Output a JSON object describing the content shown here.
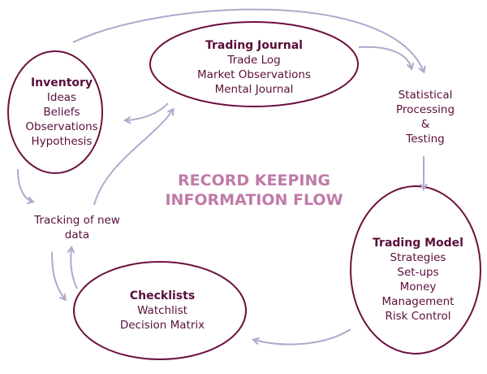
{
  "title": [
    "RECORD KEEPING",
    "INFORMATION FLOW"
  ],
  "nodes": {
    "inventory": {
      "title": "Inventory",
      "items": [
        "Ideas",
        "Beliefs",
        "Observations",
        "Hypothesis"
      ]
    },
    "journal": {
      "title": "Trading Journal",
      "items": [
        "Trade Log",
        "Market Observations",
        "Mental Journal"
      ]
    },
    "model": {
      "title": "Trading Model",
      "items": [
        "Strategies",
        "Set-ups",
        "Money",
        "Management",
        "Risk Control"
      ]
    },
    "checklists": {
      "title": "Checklists",
      "items": [
        "Watchlist",
        "Decision Matrix"
      ]
    }
  },
  "labels": {
    "statistical": [
      "Statistical",
      "Processing",
      "&",
      "Testing"
    ],
    "tracking": [
      "Tracking of new",
      "data"
    ]
  },
  "colors": {
    "stroke": "#6b1040",
    "text": "#5a0f3a",
    "arrow": "#b4a6cc",
    "title": "#c07aa8"
  }
}
